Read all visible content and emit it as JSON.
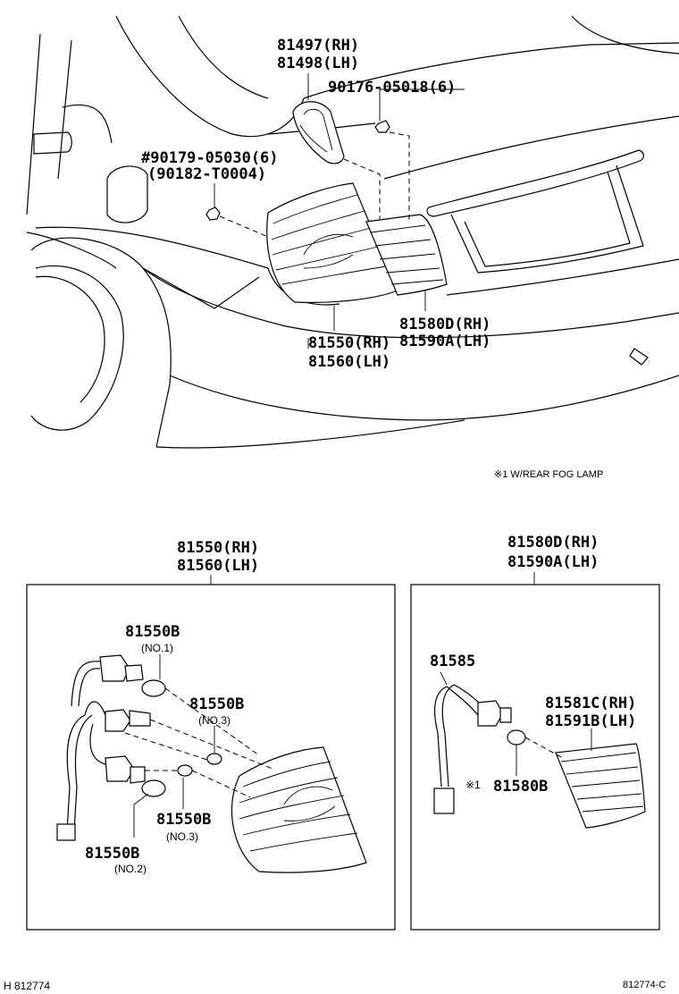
{
  "top": {
    "label_81497": "81497(RH)",
    "label_81498": "81498(LH)",
    "label_90176": "90176-05018(6)",
    "label_90179": "#90179-05030(6)",
    "label_90182": "(90182-T0004)",
    "label_81580d": "81580D(RH)",
    "label_81590a": "81590A(LH)",
    "label_81550": "81550(RH)",
    "label_81560": "81560(LH)",
    "note": "※1  W/REAR FOG LAMP"
  },
  "left_box": {
    "title_1": "81550(RH)",
    "title_2": "81560(LH)",
    "bulb_1_pn": "81550B",
    "bulb_1_no": "(NO.1)",
    "bulb_3a_pn": "81550B",
    "bulb_3a_no": "(NO.3)",
    "bulb_3b_pn": "81550B",
    "bulb_3b_no": "(NO.3)",
    "bulb_2_pn": "81550B",
    "bulb_2_no": "(NO.2)"
  },
  "right_box": {
    "title_1": "81580D(RH)",
    "title_2": "81590A(LH)",
    "socket_pn": "81585",
    "lens_1": "81581C(RH)",
    "lens_2": "81591B(LH)",
    "bulb_mark": "※1",
    "bulb_pn": "81580B"
  },
  "footer": {
    "left_code": "H 812774",
    "right_code": "812774-C"
  }
}
